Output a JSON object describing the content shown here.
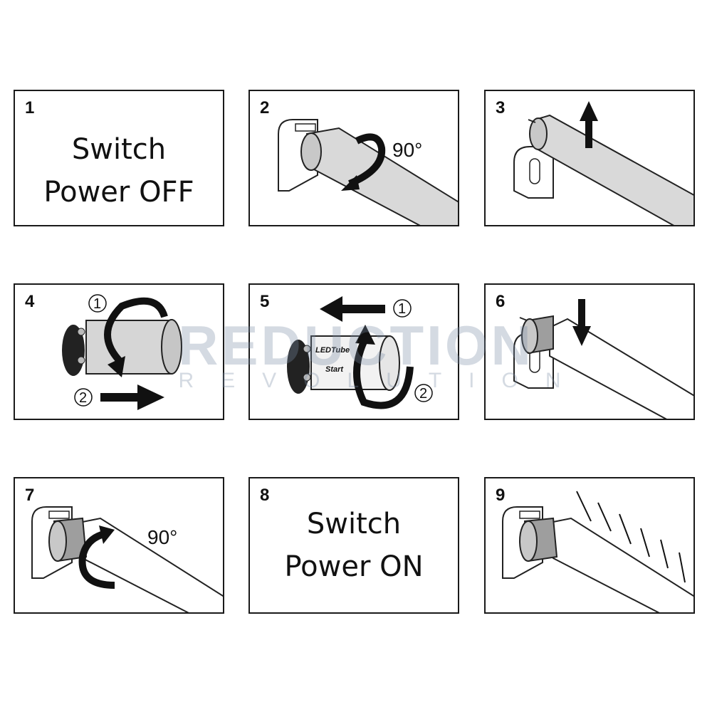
{
  "steps": [
    {
      "number": "1",
      "text_line1": "Switch",
      "text_line2": "Power OFF"
    },
    {
      "number": "2",
      "angle": "90°"
    },
    {
      "number": "3"
    },
    {
      "number": "4",
      "step_a": "1",
      "step_b": "2"
    },
    {
      "number": "5",
      "step_a": "1",
      "step_b": "2",
      "starter_label": "LEDTube",
      "starter_sub": "Start"
    },
    {
      "number": "6"
    },
    {
      "number": "7",
      "angle": "90°"
    },
    {
      "number": "8",
      "text_line1": "Switch",
      "text_line2": "Power ON"
    },
    {
      "number": "9"
    }
  ],
  "watermark": {
    "main": "REDUCTION",
    "sub": "REVOLUTION"
  }
}
